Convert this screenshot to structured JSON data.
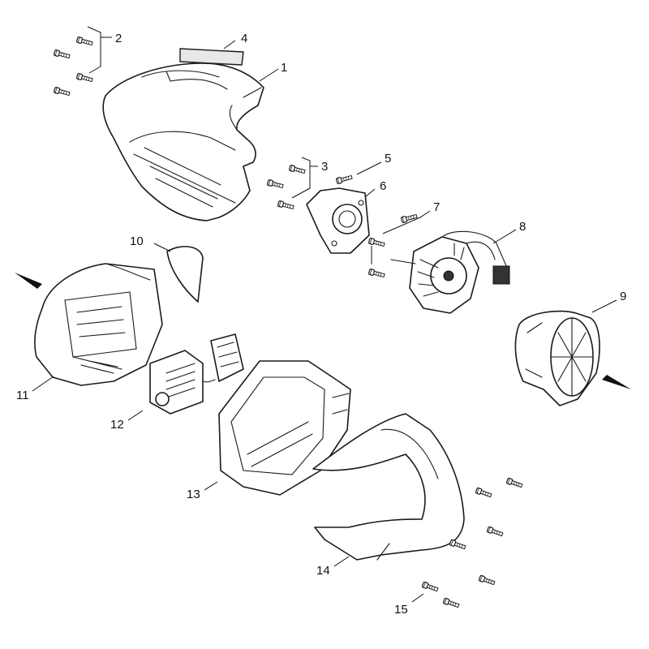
{
  "callouts": {
    "c1": "1",
    "c2": "2",
    "c3": "3",
    "c4": "4",
    "c5": "5",
    "c6": "6",
    "c7": "7",
    "c8": "8",
    "c9": "9",
    "c10": "10",
    "c11": "11",
    "c12": "12",
    "c13": "13",
    "c14": "14",
    "c15": "15"
  },
  "icons": {
    "screw": "screw-icon",
    "airflow_arrow": "airflow-arrow-icon"
  },
  "colors": {
    "line": "#1a1a1a",
    "background": "#ffffff",
    "shade": "#e8e8e8"
  }
}
